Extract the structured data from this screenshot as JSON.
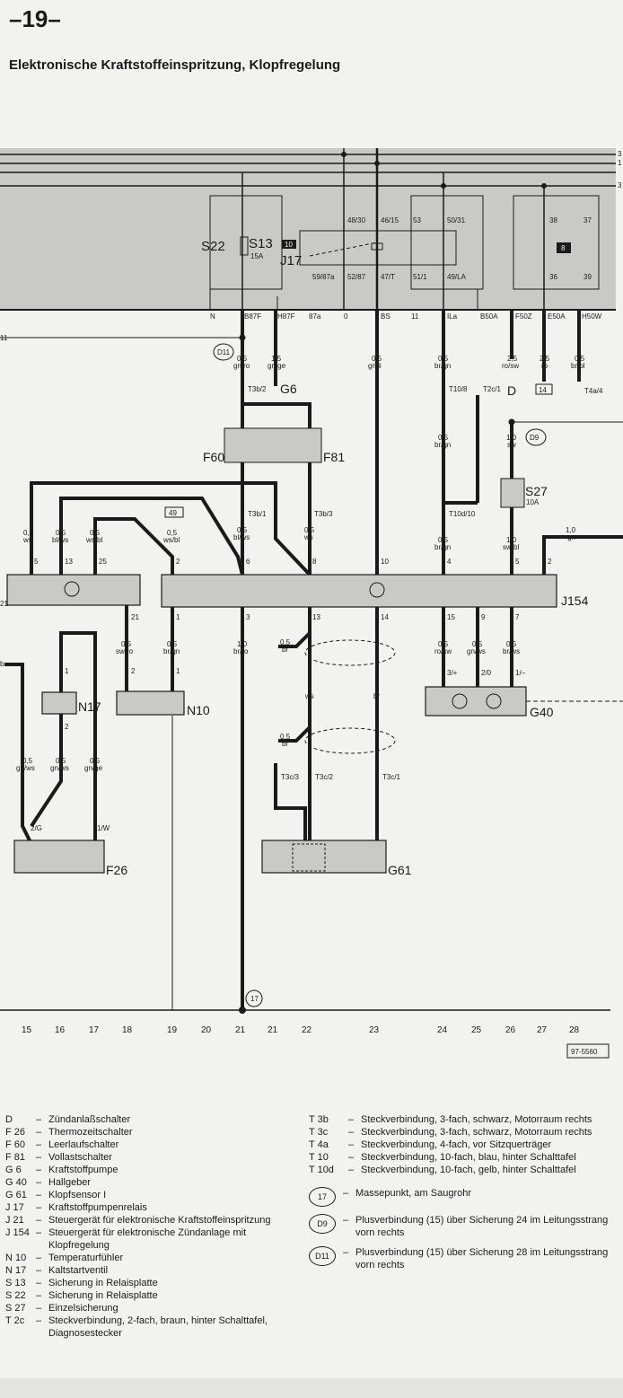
{
  "header": {
    "page_number": "–19–",
    "title": "Elektronische Kraftstoffeinspritzung, Klopfregelung"
  },
  "relay_panel": {
    "terminals": [
      "N",
      "B87F",
      "H87F",
      "87a",
      "0",
      "BS",
      "11",
      "ILa",
      "B50A",
      "F50Z",
      "E50A",
      "H50W"
    ],
    "right_edge_labels": [
      "3",
      "1",
      "3"
    ],
    "left_edge_label": "11",
    "j17_pins_top": [
      "48/30",
      "46/15",
      "53",
      "50/31",
      "38",
      "37"
    ],
    "j17_pins_bottom": [
      "59/87a",
      "52/87",
      "47/T",
      "51/1",
      "49/LA",
      "36",
      "39"
    ],
    "badge_10": "10",
    "badge_8": "8",
    "s22": "S22",
    "s13": "S13",
    "s13_rating": "15A",
    "j17": "J17"
  },
  "wires_top": [
    {
      "size": "0,5",
      "color": "gn/ro"
    },
    {
      "size": "1,5",
      "color": "gn/ge"
    },
    {
      "size": "0,5",
      "color": "gn/li"
    },
    {
      "size": "0,5",
      "color": "br/gn"
    },
    {
      "size": "2,5",
      "color": "ro/sw"
    },
    {
      "size": "2,5",
      "color": "ro"
    },
    {
      "size": "0,5",
      "color": "br/bl"
    }
  ],
  "components": {
    "g6": "G6",
    "f60": "F60",
    "f81": "F81",
    "d": "D",
    "box14": "14",
    "t4a4": "T4a/4",
    "t2c1": "T2c/1",
    "t10b": "T10/8",
    "t3b2": "T3b/2",
    "t3b1": "T3b/1",
    "t3b3": "T3b/3",
    "t10d10": "T10d/10",
    "s27": "S27",
    "s27_rating": "10A",
    "d9": "D9",
    "d11": "D11",
    "box49": "49",
    "j21": "21",
    "j154": "J154",
    "n17": "N17",
    "n10": "N10",
    "f26": "F26",
    "g61": "G61",
    "g40": "G40",
    "t3c3": "T3c/3",
    "t3c2": "T3c/2",
    "t3c1": "T3c/1",
    "ground17": "17",
    "left_b": "b",
    "f26_pin_left": "2/G",
    "f26_pin_right": "1/W",
    "g40_pins": [
      "3/+",
      "2/0",
      "1/–"
    ]
  },
  "mid_wires": [
    {
      "size": "0,5",
      "color": "ws",
      "pin": "5"
    },
    {
      "size": "0,5",
      "color": "bl/ws",
      "pin": "13"
    },
    {
      "size": "0,5",
      "color": "ws/bl",
      "pin": "25"
    },
    {
      "size": "0,5",
      "color": "ws/bl",
      "pin": "2"
    },
    {
      "size": "0,5",
      "color": "bl/ws",
      "pin": "6"
    },
    {
      "size": "0,5",
      "color": "ws",
      "pin": "8"
    },
    {
      "size": "",
      "color": "",
      "pin": "10"
    },
    {
      "size": "0,5",
      "color": "br/gn",
      "pin": "4"
    },
    {
      "size": "1,0",
      "color": "sw/bl",
      "pin": "5"
    },
    {
      "size": "1,0",
      "color": "gn",
      "pin": "2"
    },
    {
      "size": "0,5",
      "color": "br/gn",
      "pin": ""
    },
    {
      "size": "1,0",
      "color": "sw",
      "pin": ""
    }
  ],
  "lower_wires": [
    {
      "size": "0,5",
      "color": "sw/ro",
      "pin": "21"
    },
    {
      "size": "0,5",
      "color": "br/gn",
      "pin": "1"
    },
    {
      "size": "1,0",
      "color": "br/ro",
      "pin": "3"
    },
    {
      "size": "0,5",
      "color": "br",
      "pin": "13"
    },
    {
      "size": "",
      "color": "ws",
      "pin": ""
    },
    {
      "size": "",
      "color": "br",
      "pin": "14"
    },
    {
      "size": "0,5",
      "color": "ro/sw",
      "pin": "15"
    },
    {
      "size": "0,5",
      "color": "gn/ws",
      "pin": "9"
    },
    {
      "size": "0,5",
      "color": "br/ws",
      "pin": "7"
    },
    {
      "size": "0,5",
      "color": "gn/ws",
      "pin": ""
    },
    {
      "size": "0,5",
      "color": "gn/ws",
      "pin": ""
    },
    {
      "size": "0,5",
      "color": "gn/ge",
      "pin": ""
    },
    {
      "size": "0,5",
      "color": "br",
      "pin": ""
    }
  ],
  "sensor_pins": {
    "n17_top": "1",
    "n17_bottom": "2",
    "n10_left": "2",
    "n10_right": "1"
  },
  "track_numbers": [
    "15",
    "16",
    "17",
    "18",
    "19",
    "20",
    "21",
    "21",
    "22",
    "23",
    "24",
    "25",
    "26",
    "27",
    "28"
  ],
  "drawing_code": "97-5560",
  "legend_left": [
    {
      "code": "D",
      "desc": "Zündanlaßschalter"
    },
    {
      "code": "F 26",
      "desc": "Thermozeitschalter"
    },
    {
      "code": "F 60",
      "desc": "Leerlaufschalter"
    },
    {
      "code": "F 81",
      "desc": "Vollastschalter"
    },
    {
      "code": "G 6",
      "desc": "Kraftstoffpumpe"
    },
    {
      "code": "G 40",
      "desc": "Hallgeber"
    },
    {
      "code": "G 61",
      "desc": "Klopfsensor I"
    },
    {
      "code": "J 17",
      "desc": "Kraftstoffpumpenrelais"
    },
    {
      "code": "J 21",
      "desc": "Steuergerät für elektronische Kraftstoffeinspritzung"
    },
    {
      "code": "J 154",
      "desc": "Steuergerät für elektronische Zündanlage mit Klopfregelung"
    },
    {
      "code": "N 10",
      "desc": "Temperaturfühler"
    },
    {
      "code": "N 17",
      "desc": "Kaltstartventil"
    },
    {
      "code": "S 13",
      "desc": "Sicherung in Relaisplatte"
    },
    {
      "code": "S 22",
      "desc": "Sicherung in Relaisplatte"
    },
    {
      "code": "S 27",
      "desc": "Einzelsicherung"
    },
    {
      "code": "T 2c",
      "desc": "Steckverbindung, 2-fach, braun, hinter Schalttafel, Diagnosestecker"
    }
  ],
  "legend_right": [
    {
      "code": "T 3b",
      "desc": "Steckverbindung, 3-fach, schwarz, Motorraum rechts"
    },
    {
      "code": "T 3c",
      "desc": "Steckverbindung, 3-fach, schwarz, Motorraum rechts"
    },
    {
      "code": "T 4a",
      "desc": "Steckverbindung, 4-fach, vor Sitzquerträger"
    },
    {
      "code": "T 10",
      "desc": "Steckverbindung, 10-fach, blau, hinter Schalttafel"
    },
    {
      "code": "T 10d",
      "desc": "Steckverbindung, 10-fach, gelb, hinter Schalttafel"
    }
  ],
  "legend_marks": [
    {
      "mark": "17",
      "desc": "Massepunkt, am Saugrohr"
    },
    {
      "mark": "D9",
      "desc": "Plusverbindung (15) über Sicherung 24 im Leitungsstrang vorn rechts"
    },
    {
      "mark": "D11",
      "desc": "Plusverbindung (15) über Sicherung 28 im Leitungsstrang vorn rechts"
    }
  ],
  "colors": {
    "panel": "#c9cac8",
    "ink": "#1a1a1a",
    "paper": "#f2f2f0"
  }
}
